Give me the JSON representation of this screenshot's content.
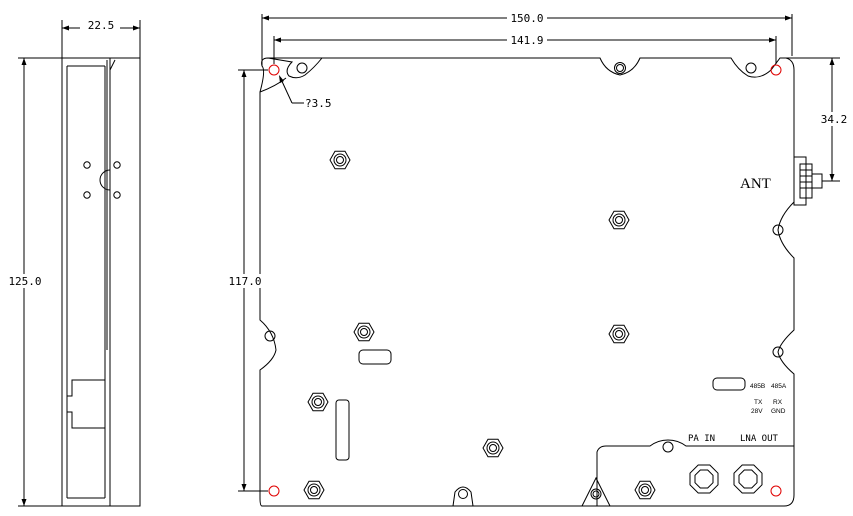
{
  "dimensions": {
    "side_width": "22.5",
    "side_height": "125.0",
    "overall_width": "150.0",
    "hole_spacing_width": "141.9",
    "hole_spacing_height": "117.0",
    "hole_diameter": "?3.5",
    "connector_offset": "34.2"
  },
  "labels": {
    "antenna": "ANT",
    "pa_in": "PA IN",
    "lna_out": "LNA OUT",
    "rs485b": "485B",
    "rs485a": "485A",
    "tx": "TX",
    "rx": "RX",
    "v28": "28V",
    "gnd": "GND"
  },
  "colors": {
    "line": "#000000",
    "mount_hole": "#e00000",
    "background": "#ffffff"
  }
}
